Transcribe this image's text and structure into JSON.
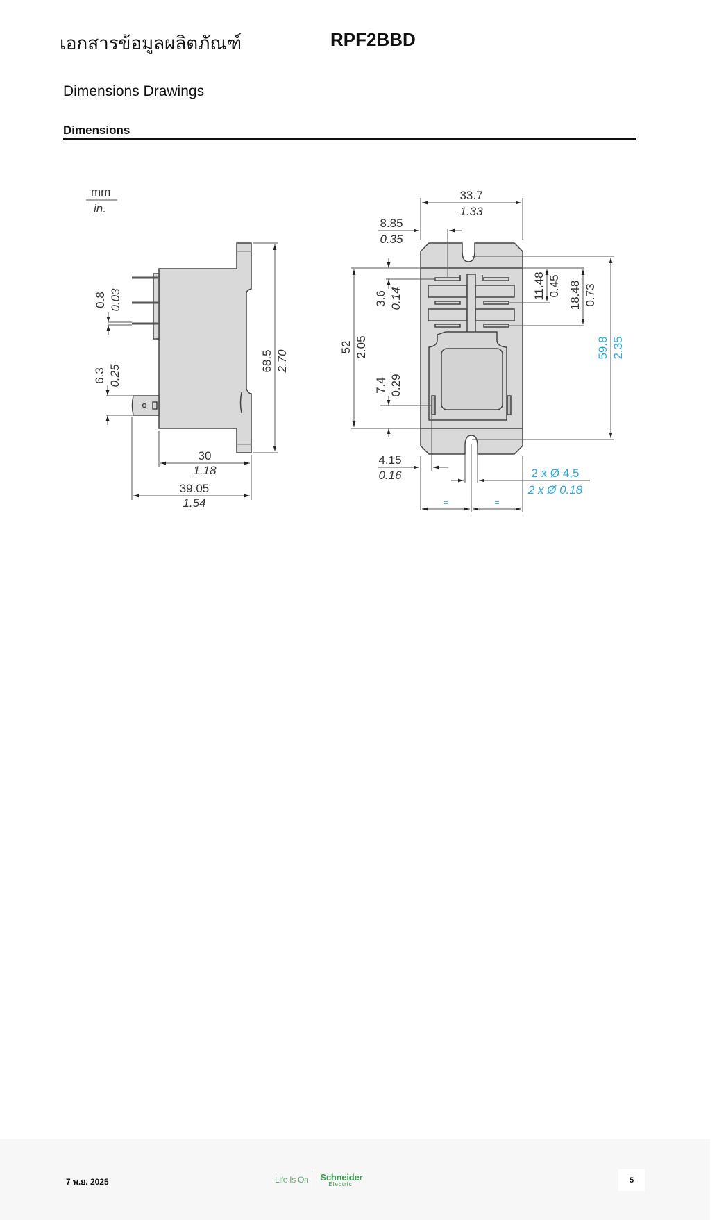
{
  "header": {
    "doc_type": "เอกสารข้อมูลผลิตภัณฑ์",
    "product_ref": "RPF2BBD"
  },
  "section": {
    "title": "Dimensions Drawings",
    "subsection": "Dimensions"
  },
  "drawing": {
    "units": {
      "primary": "mm",
      "secondary": "in."
    },
    "side_view": {
      "pin_thickness": {
        "mm": "0.8",
        "in": "0.03"
      },
      "tab_width": {
        "mm": "6.3",
        "in": "0.25"
      },
      "height": {
        "mm": "68.5",
        "in": "2.70"
      },
      "body_depth": {
        "mm": "30",
        "in": "1.18"
      },
      "overall_depth": {
        "mm": "39.05",
        "in": "1.54"
      }
    },
    "front_view": {
      "width": {
        "mm": "33.7",
        "in": "1.33"
      },
      "pin_offset": {
        "mm": "8.85",
        "in": "0.35"
      },
      "pin_row_offset": {
        "mm": "3.6",
        "in": "0.14"
      },
      "body_height": {
        "mm": "52",
        "in": "2.05"
      },
      "bottom_offset": {
        "mm": "7.4",
        "in": "0.29"
      },
      "pin_spacing_1": {
        "mm": "11.48",
        "in": "0.45"
      },
      "pin_spacing_2": {
        "mm": "18.48",
        "in": "0.73"
      },
      "mount_hole_spacing": {
        "mm": "59.8",
        "in": "2.35"
      },
      "edge_offset": {
        "mm": "4.15",
        "in": "0.16"
      },
      "mount_holes": {
        "mm": "2 x Ø 4,5",
        "in": "2 x Ø 0.18"
      },
      "equal_mark": "="
    },
    "colors": {
      "body_fill": "#d9d9d9",
      "outline": "#444444",
      "highlight": "#29a9e1"
    }
  },
  "footer": {
    "date": "7 พ.ย. 2025",
    "tagline": "Life Is On",
    "brand_line1": "Schneider",
    "brand_line2": "Electric",
    "page_number": "5",
    "brand_color": "#3b9a4f"
  }
}
